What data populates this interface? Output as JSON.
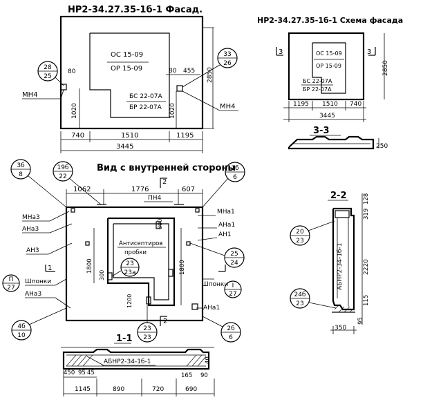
{
  "facade": {
    "title": "НР2-34.27.35-1б-1 Фасад.",
    "window_lines": [
      "ОС 15-09",
      "ОР 15-09"
    ],
    "door_lines": [
      "БС 22-07А",
      "БР 22-07А"
    ],
    "bubble_left": [
      "28",
      "25"
    ],
    "bubble_right": [
      "33",
      "26"
    ],
    "label_mn4_left": "МН4",
    "label_mn4_right": "МН4",
    "dim_80_left": "80",
    "dim_80_right": "80",
    "dim_455": "455",
    "dim_1020_left": "1020",
    "dim_1020_right": "1020",
    "dim_2850": "2850",
    "dims_bottom": [
      "740",
      "1510",
      "1195"
    ],
    "dim_total": "3445"
  },
  "scheme": {
    "title": "НР2-34.27.35-1б-1 Схема фасада",
    "window_lines": [
      "ОС 15-09",
      "ОР 15-09"
    ],
    "door_lines": [
      "БС 22-07А",
      "БР 22-07А"
    ],
    "section_left": "3",
    "section_right": "3",
    "dim_2850": "2850",
    "dims_bottom": [
      "1195",
      "1510",
      "740"
    ],
    "dim_total": "3445"
  },
  "section33": {
    "title": "3-3",
    "dim_250": "250"
  },
  "inner": {
    "title": "Вид с внутренней стороны",
    "bubble_3b": [
      "3б",
      "8"
    ],
    "bubble_19b": [
      "19б",
      "22"
    ],
    "bubble_1b": [
      "1б",
      "6"
    ],
    "bubble_p27": [
      "П",
      "27"
    ],
    "bubble_4b": [
      "4б",
      "10"
    ],
    "bubble_23": [
      "23",
      "23"
    ],
    "bubble_25": [
      "25",
      "24"
    ],
    "bubble_i27": [
      "I",
      "27"
    ],
    "bubble_2b": [
      "2б",
      "6"
    ],
    "bubble_center": [
      "23",
      "23а"
    ],
    "dims_top": [
      "1062",
      "1776",
      "607"
    ],
    "label_pn4": "ПН4",
    "section_mark_top": "2",
    "section_mark_bottom": "2",
    "section_mark_left": "1",
    "label_mna3": "МНа3",
    "label_ana3_top": "АНа3",
    "label_an3": "АН3",
    "label_shponki_left": "Шпонки",
    "label_ana3_bottom": "АНа3",
    "label_mna1": "МНа1",
    "label_ana1_top": "АНа1",
    "label_an1": "АН1",
    "label_shponki_right": "Шпонки",
    "label_ana1_bottom": "АНа1",
    "antiseptic_lines": [
      "Антисептиров",
      "пробки"
    ],
    "dim_300_a": "300",
    "dim_300_b": "300",
    "dim_1800_left": "1800",
    "dim_1800_right": "1800",
    "dim_1200": "1200"
  },
  "section11": {
    "title": "1-1",
    "dims_top": [
      "450",
      "95",
      "45"
    ],
    "mark": "АБНР2-34-1б-1",
    "dims_mid": [
      "1145",
      "890",
      "720",
      "165",
      "90"
    ],
    "dim_690": "690",
    "dim_40": "40"
  },
  "section22": {
    "title": "2-2",
    "dim_128": "128",
    "dim_319": "319",
    "dim_2220": "2220",
    "dim_115": "115",
    "dim_95": "95",
    "dim_350": "350",
    "mark": "АБНР2-34-1б-1",
    "bubble_top": [
      "20",
      "23"
    ],
    "bubble_bottom": [
      "24б",
      "23"
    ]
  }
}
